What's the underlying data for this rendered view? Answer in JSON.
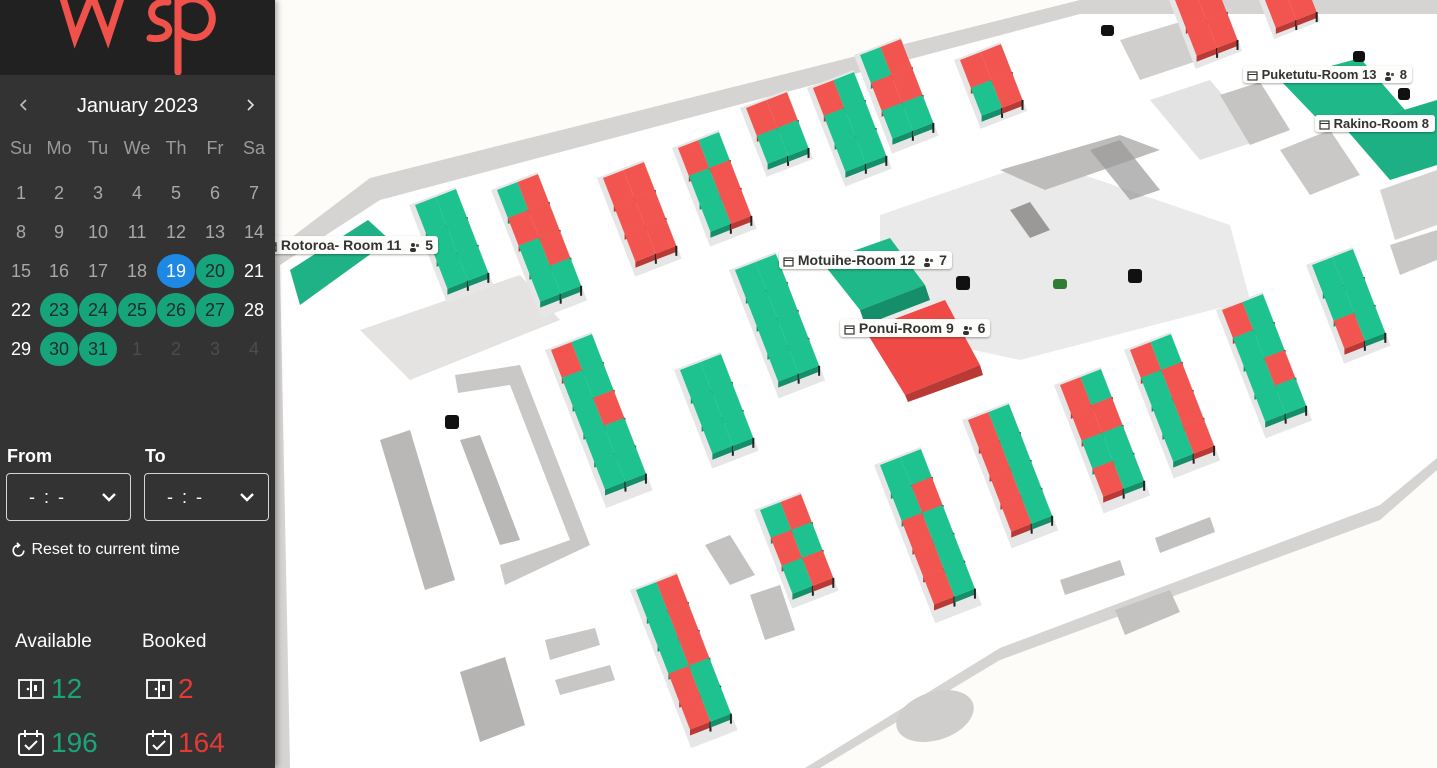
{
  "sidebar": {
    "logo": "wsp",
    "calendar": {
      "month_label": "January 2023",
      "prev_icon": "chevron-left-icon",
      "next_icon": "chevron-right-icon",
      "weekdays": [
        "Su",
        "Mo",
        "Tu",
        "We",
        "Th",
        "Fr",
        "Sa"
      ],
      "weeks": [
        [
          {
            "d": "1",
            "s": "normal"
          },
          {
            "d": "2",
            "s": "normal"
          },
          {
            "d": "3",
            "s": "normal"
          },
          {
            "d": "4",
            "s": "normal"
          },
          {
            "d": "5",
            "s": "normal"
          },
          {
            "d": "6",
            "s": "normal"
          },
          {
            "d": "7",
            "s": "normal"
          }
        ],
        [
          {
            "d": "8",
            "s": "normal"
          },
          {
            "d": "9",
            "s": "normal"
          },
          {
            "d": "10",
            "s": "normal"
          },
          {
            "d": "11",
            "s": "normal"
          },
          {
            "d": "12",
            "s": "normal"
          },
          {
            "d": "13",
            "s": "normal"
          },
          {
            "d": "14",
            "s": "normal"
          }
        ],
        [
          {
            "d": "15",
            "s": "normal"
          },
          {
            "d": "16",
            "s": "normal"
          },
          {
            "d": "17",
            "s": "normal"
          },
          {
            "d": "18",
            "s": "normal"
          },
          {
            "d": "19",
            "s": "today"
          },
          {
            "d": "20",
            "s": "avail"
          },
          {
            "d": "21",
            "s": "bright"
          }
        ],
        [
          {
            "d": "22",
            "s": "bright"
          },
          {
            "d": "23",
            "s": "avail"
          },
          {
            "d": "24",
            "s": "avail"
          },
          {
            "d": "25",
            "s": "avail"
          },
          {
            "d": "26",
            "s": "avail"
          },
          {
            "d": "27",
            "s": "avail"
          },
          {
            "d": "28",
            "s": "bright"
          }
        ],
        [
          {
            "d": "29",
            "s": "bright"
          },
          {
            "d": "30",
            "s": "avail"
          },
          {
            "d": "31",
            "s": "avail"
          },
          {
            "d": "1",
            "s": "muted"
          },
          {
            "d": "2",
            "s": "muted"
          },
          {
            "d": "3",
            "s": "muted"
          },
          {
            "d": "4",
            "s": "muted"
          }
        ]
      ]
    },
    "time": {
      "from_label": "From",
      "to_label": "To",
      "from_value": "- : -",
      "to_value": "- : -",
      "reset_label": "Reset to current time"
    },
    "stats": {
      "available_label": "Available",
      "booked_label": "Booked",
      "available_rooms": "12",
      "booked_rooms": "2",
      "available_desks": "196",
      "booked_desks": "164",
      "room_icon": "door-icon",
      "desk_icon": "calendar-check-icon"
    }
  },
  "map": {
    "rooms": [
      {
        "name": "Rotoroa- Room 11",
        "capacity": "5"
      },
      {
        "name": "Motuihe-Room 12",
        "capacity": "7"
      },
      {
        "name": "Ponui-Room 9",
        "capacity": "6"
      },
      {
        "name": "Puketutu-Room 13",
        "capacity": "8"
      },
      {
        "name": "Rakino-Room 8",
        "capacity": ""
      }
    ],
    "colors": {
      "available": "#1ec28f",
      "booked": "#f2554f",
      "available_dark": "#158f6a",
      "booked_dark": "#b93a35",
      "wall": "#d9d9d9",
      "floor": "#ffffff"
    }
  }
}
